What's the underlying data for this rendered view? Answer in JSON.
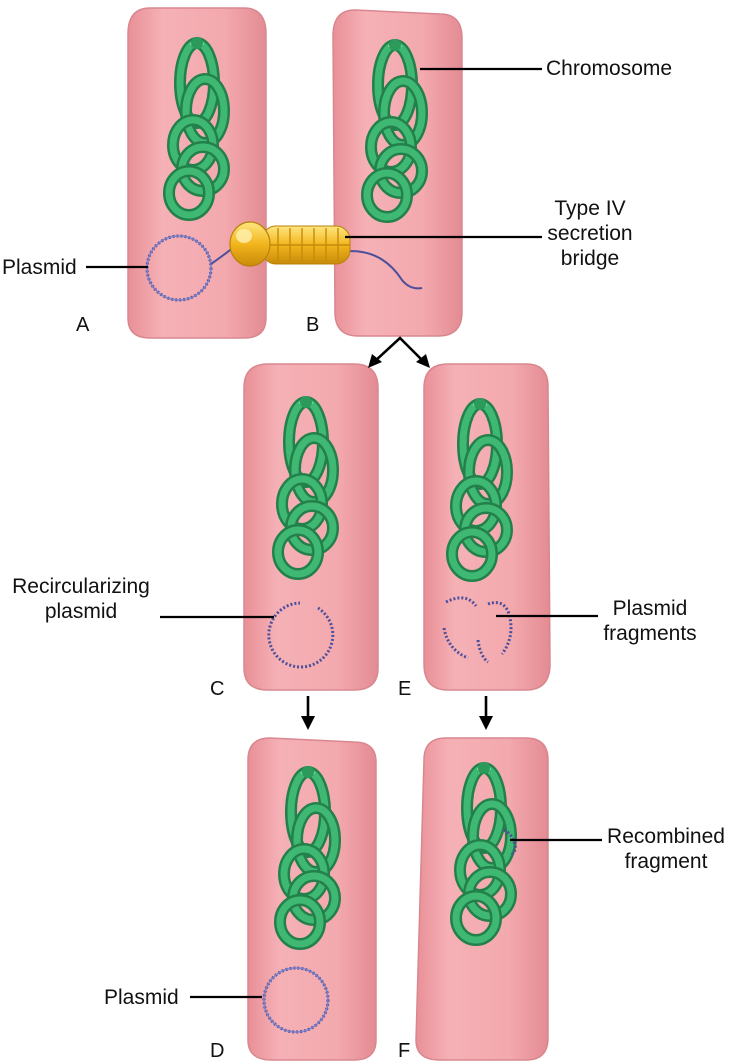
{
  "labels": {
    "chromosome": "Chromosome",
    "bridge_line1": "Type IV",
    "bridge_line2": "secretion",
    "bridge_line3": "bridge",
    "plasmid_a": "Plasmid",
    "recirc_line1": "Recircularizing",
    "recirc_line2": "plasmid",
    "fragments_line1": "Plasmid",
    "fragments_line2": "fragments",
    "recombined_line1": "Recombined",
    "recombined_line2": "fragment",
    "plasmid_d": "Plasmid"
  },
  "panels": [
    "A",
    "B",
    "C",
    "E",
    "D",
    "F"
  ],
  "colors": {
    "cell_fill": "#f2a8ad",
    "cell_edge": "#d98a90",
    "chromosome": "#2f9e5e",
    "chromosome_light": "#6fd396",
    "plasmid": "#5b5fa8",
    "bridge": "#e8b21e",
    "bridge_light": "#ffe27a"
  }
}
